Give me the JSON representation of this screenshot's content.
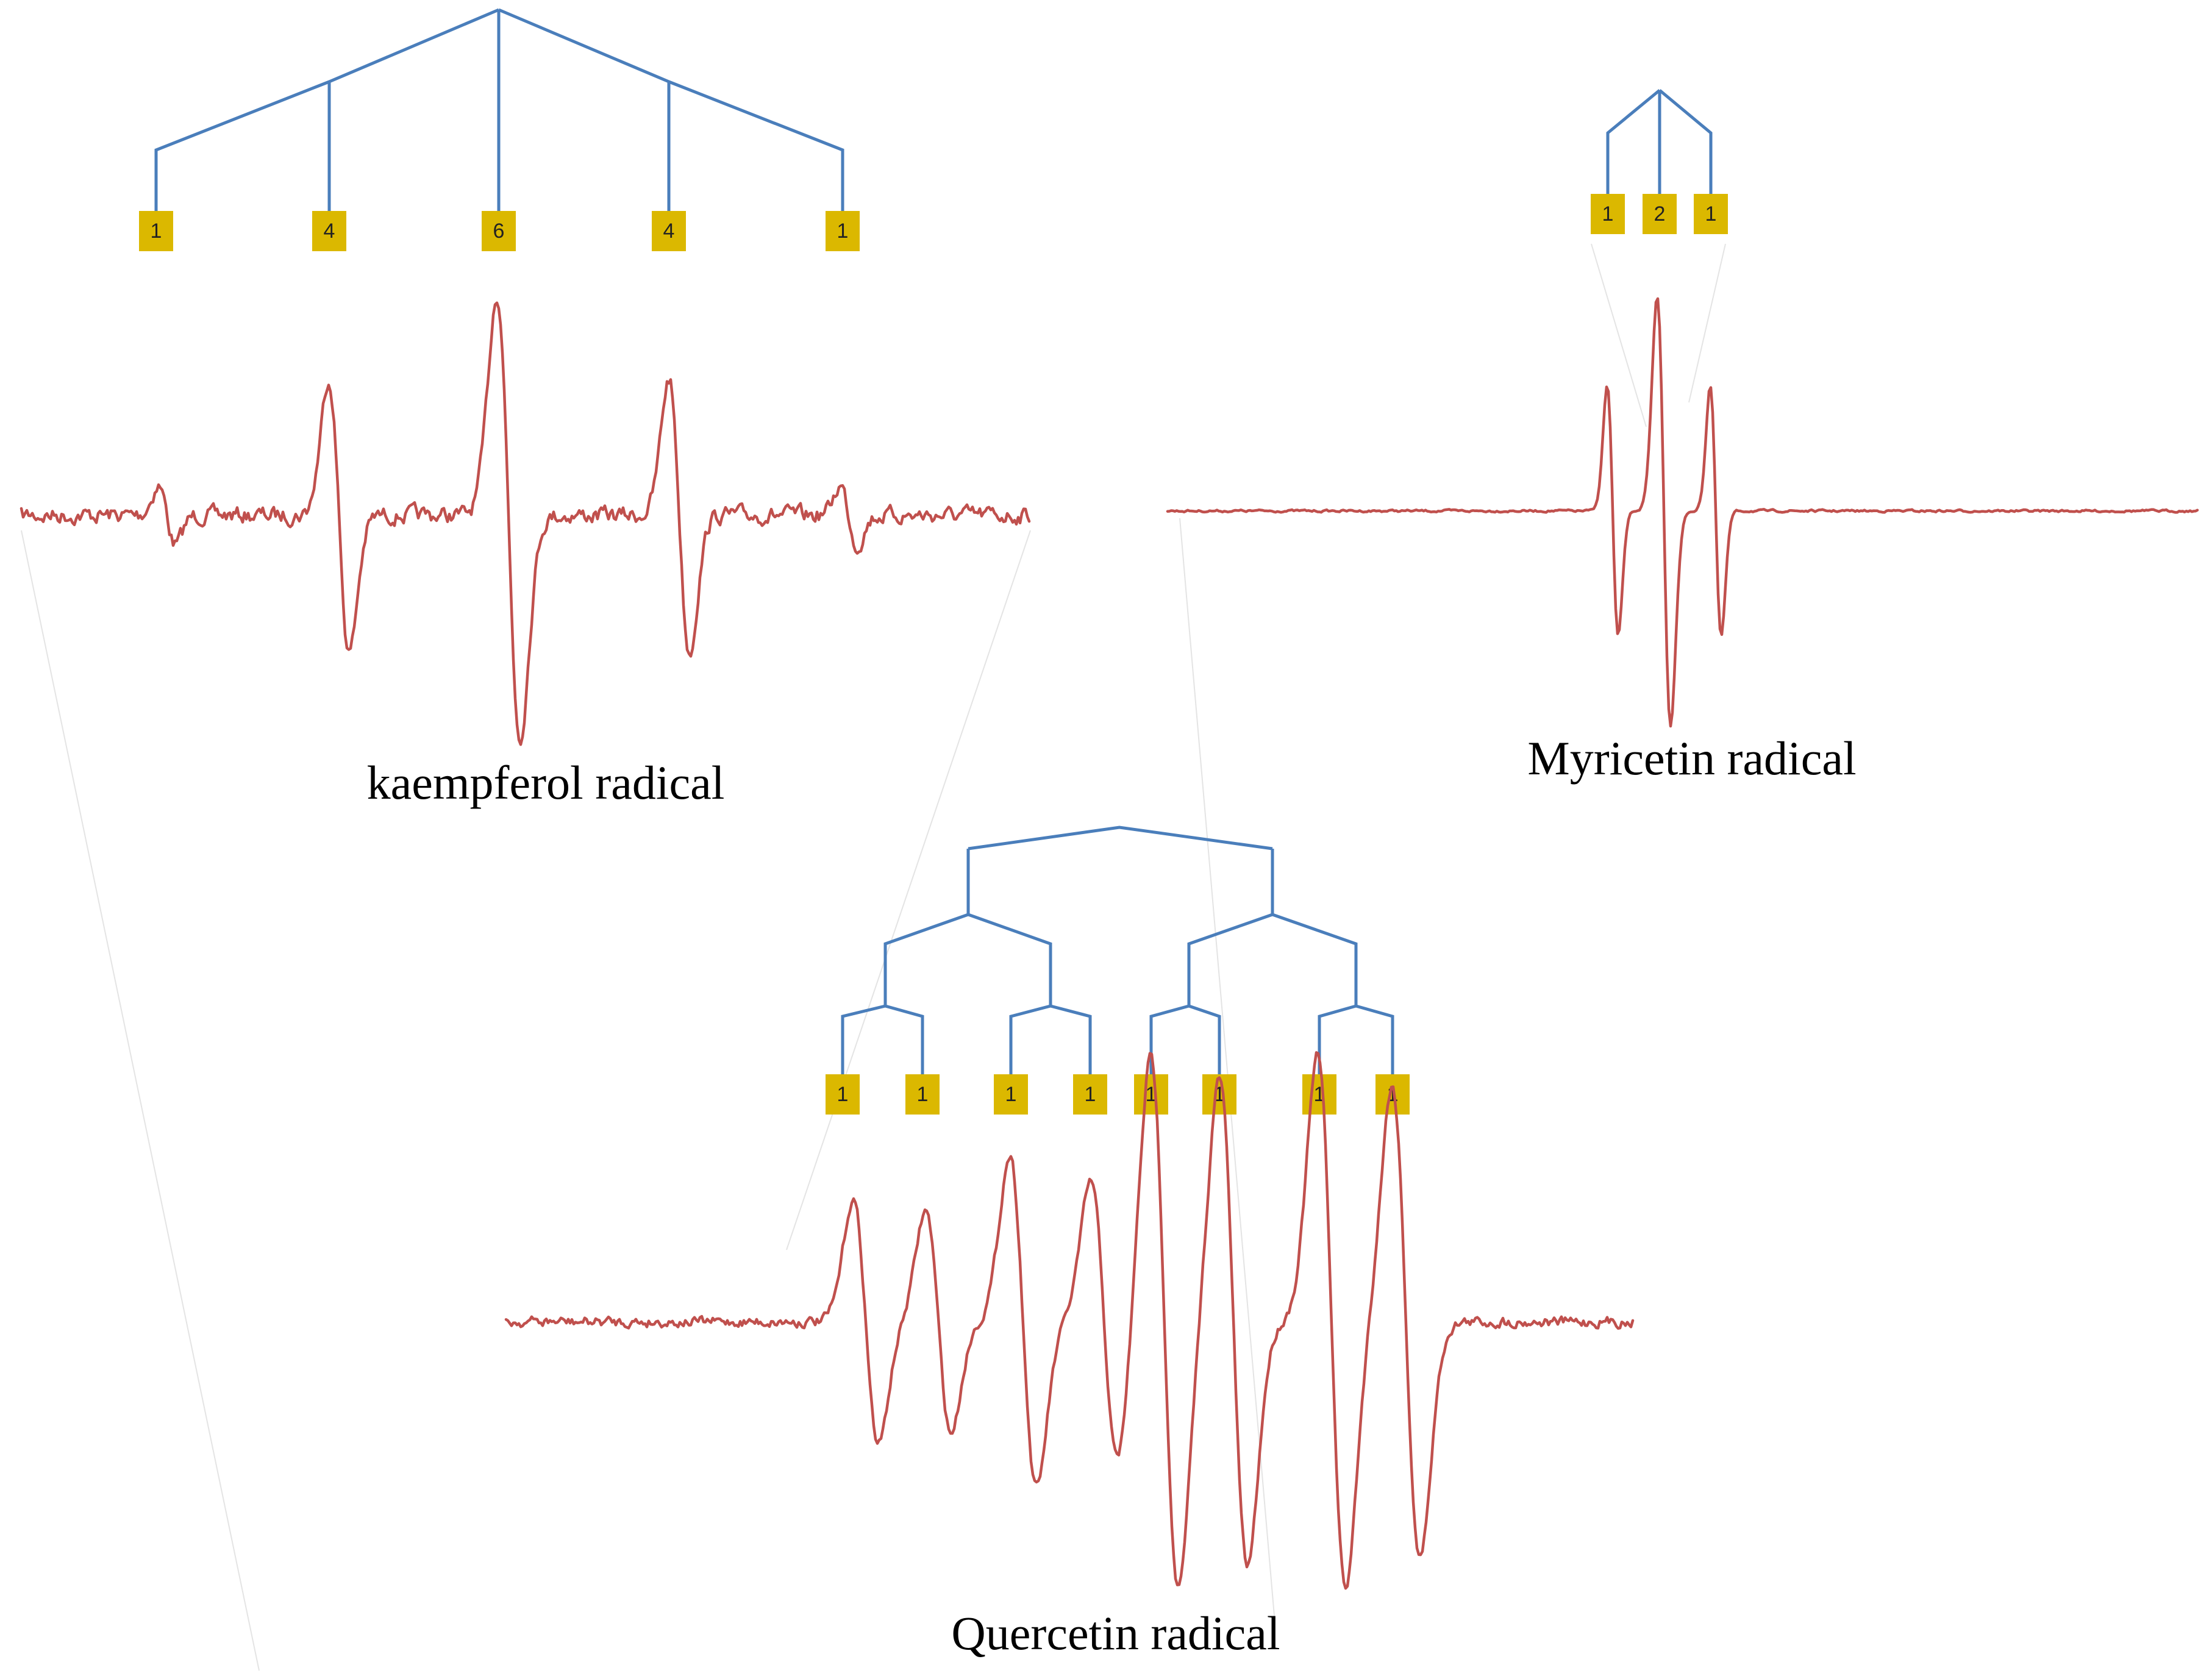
{
  "colors": {
    "tree": "#4a7ebb",
    "trace": "#c0504d",
    "box": "#dbb800"
  },
  "panels": {
    "kaempferol": {
      "caption": "kaempferol radical",
      "intensities": [
        "1",
        "4",
        "6",
        "4",
        "1"
      ]
    },
    "myricetin": {
      "caption": "Myricetin radical",
      "intensities": [
        "1",
        "2",
        "1"
      ]
    },
    "quercetin": {
      "caption": "Quercetin radical",
      "intensities": [
        "1",
        "1",
        "1",
        "1",
        "1",
        "1",
        "1",
        "1"
      ]
    }
  }
}
